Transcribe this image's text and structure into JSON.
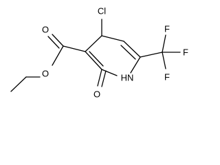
{
  "molecule": {
    "atoms": {
      "chlorine": "Cl",
      "fluorine_top": "F",
      "fluorine_right": "F",
      "fluorine_bottom": "F",
      "ester_carbonyl_oxygen": "O",
      "ester_ether_oxygen": "O",
      "ring_carbonyl_oxygen": "O",
      "ring_nitrogen": "HN"
    },
    "colors": {
      "bond": "#000000",
      "label": "#000000",
      "background": "#ffffff"
    }
  }
}
